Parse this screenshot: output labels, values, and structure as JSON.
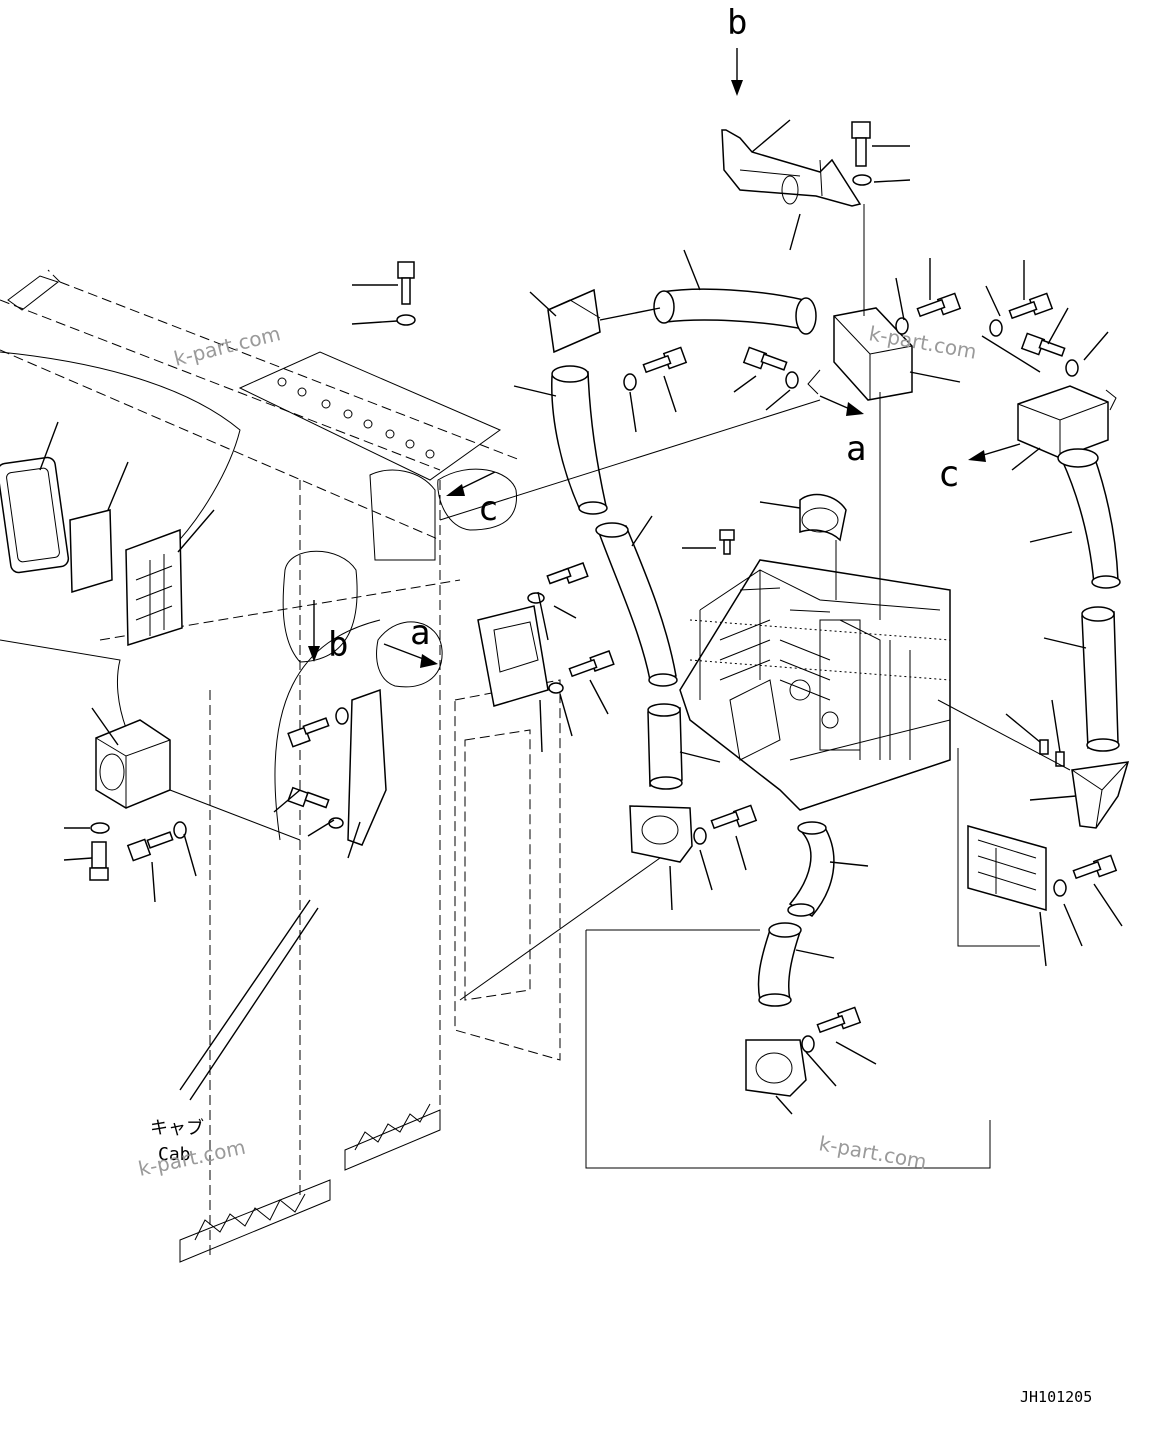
{
  "view_labels": {
    "b_top": "b",
    "b_left": "b",
    "a_left": "a",
    "a_right": "a",
    "c_left": "c",
    "c_right": "c"
  },
  "cab_label": {
    "jp": "キャブ",
    "en": "Cab"
  },
  "watermark": "k-part.com",
  "drawing_code": "JH101205"
}
